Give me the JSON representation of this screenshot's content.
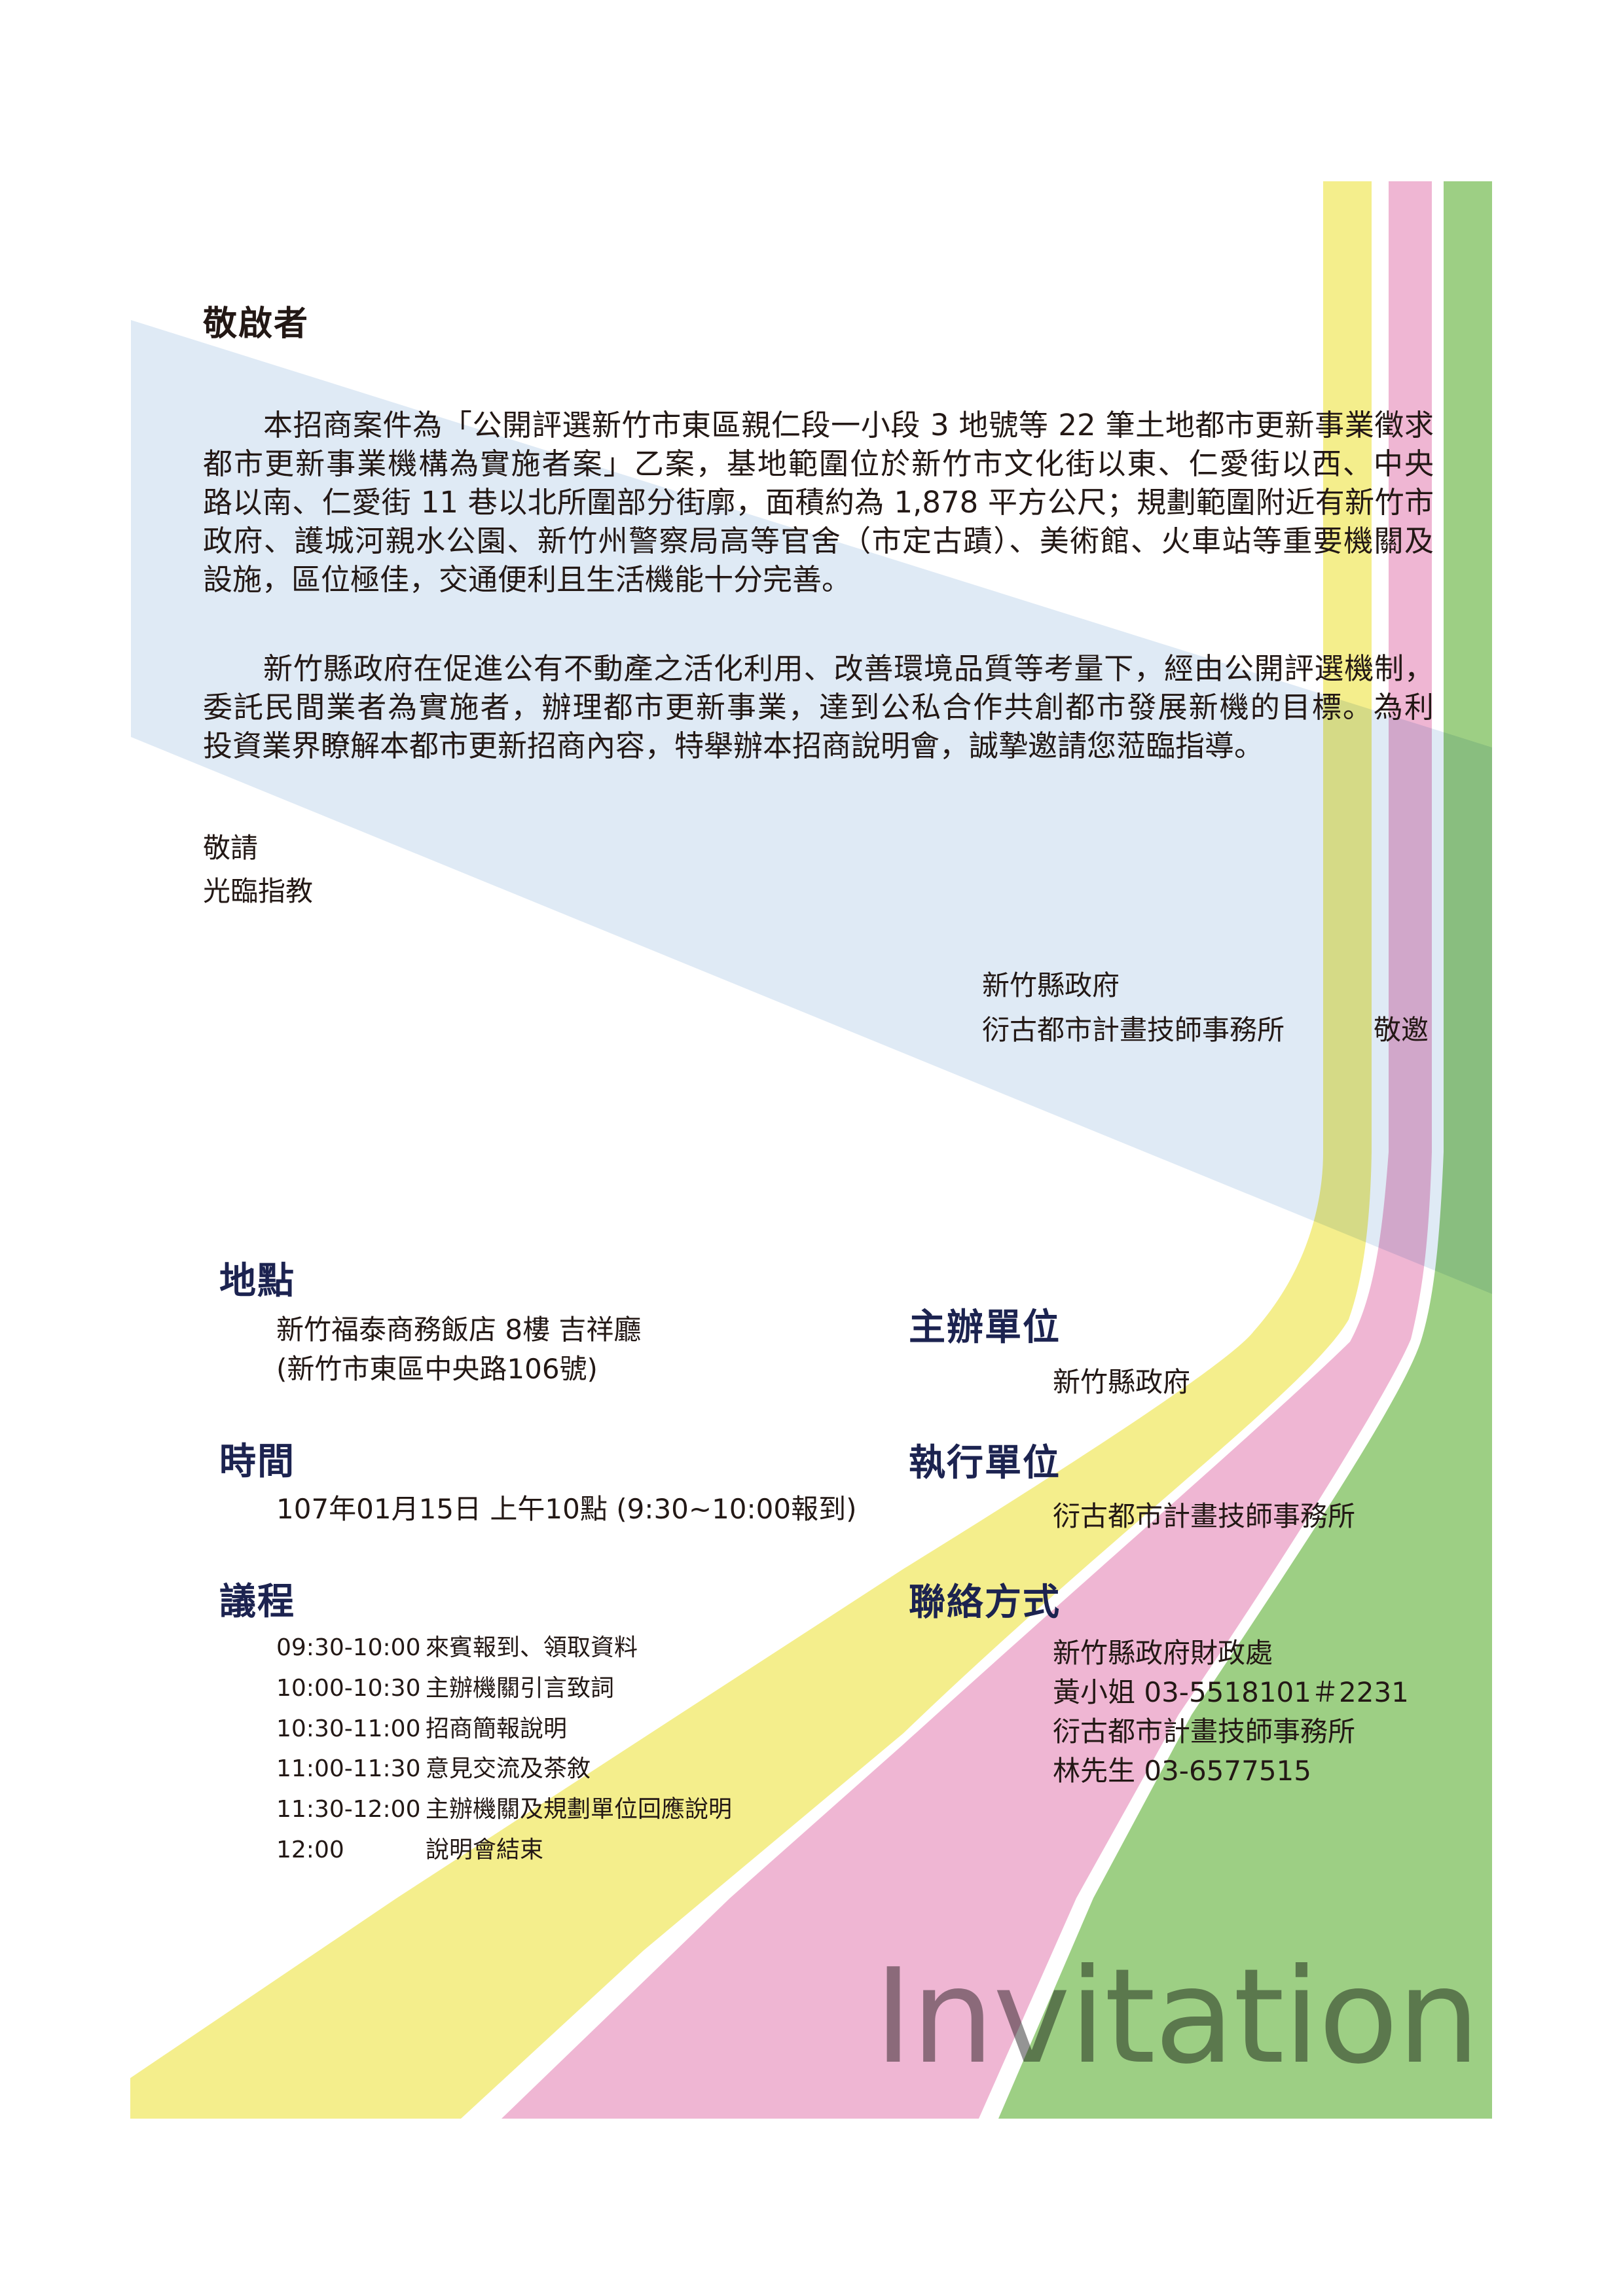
{
  "colors": {
    "wedge_blue": "#dfeaf5",
    "stripe_yellow": "#f4ee8c",
    "stripe_pink": "#efb6d3",
    "stripe_green": "#9dcf84",
    "heading_navy": "#1c2350",
    "body_text": "#231815"
  },
  "letter": {
    "salutation": "敬啟者",
    "paragraph1": [
      "本招商案件為「公開評選新竹市東區親仁段一小段 3 地號等 22 筆土地都市更新事業徵求",
      "都市更新事業機構為實施者案」乙案，基地範圍位於新竹市文化街以東、仁愛街以西、中央",
      "路以南、仁愛街 11 巷以北所圍部分街廓，面積約為 1,878 平方公尺；規劃範圍附近有新竹市",
      "政府、護城河親水公園、新竹州警察局高等官舍（市定古蹟）、美術館、火車站等重要機關及",
      "設施，區位極佳，交通便利且生活機能十分完善。"
    ],
    "paragraph2": [
      "新竹縣政府在促進公有不動產之活化利用、改善環境品質等考量下，經由公開評選機制，",
      "委託民間業者為實施者，辦理都市更新事業，達到公私合作共創都市發展新機的目標。為利",
      "投資業界瞭解本都市更新招商內容，特舉辦本招商說明會，誠摯邀請您蒞臨指導。"
    ],
    "closing_line1": "敬請",
    "closing_line2": "光臨指教",
    "signatory1": "新竹縣政府",
    "signatory2": "衍古都市計畫技師事務所",
    "invite_word": "敬邀"
  },
  "details": {
    "location": {
      "heading": "地點",
      "venue": "新竹福泰商務飯店 8樓 吉祥廳",
      "address": "(新竹市東區中央路106號)"
    },
    "time": {
      "heading": "時間",
      "value": "107年01月15日 上午10點 (9:30~10:00報到)"
    },
    "agenda": {
      "heading": "議程",
      "items": [
        {
          "time": "09:30-10:00",
          "desc": "來賓報到、領取資料"
        },
        {
          "time": "10:00-10:30",
          "desc": "主辦機關引言致詞"
        },
        {
          "time": "10:30-11:00",
          "desc": "招商簡報說明"
        },
        {
          "time": "11:00-11:30",
          "desc": "意見交流及茶敘"
        },
        {
          "time": "11:30-12:00",
          "desc": "主辦機關及規劃單位回應說明"
        },
        {
          "time": "12:00",
          "desc": "說明會結束"
        }
      ]
    },
    "organizer": {
      "heading": "主辦單位",
      "value": "新竹縣政府"
    },
    "executor": {
      "heading": "執行單位",
      "value": "衍古都市計畫技師事務所"
    },
    "contact": {
      "heading": "聯絡方式",
      "lines": [
        "新竹縣政府財政處",
        "黃小姐 03-5518101＃2231",
        "衍古都市計畫技師事務所",
        "林先生 03-6577515"
      ]
    }
  },
  "decor": {
    "title_word": "Invitation"
  }
}
